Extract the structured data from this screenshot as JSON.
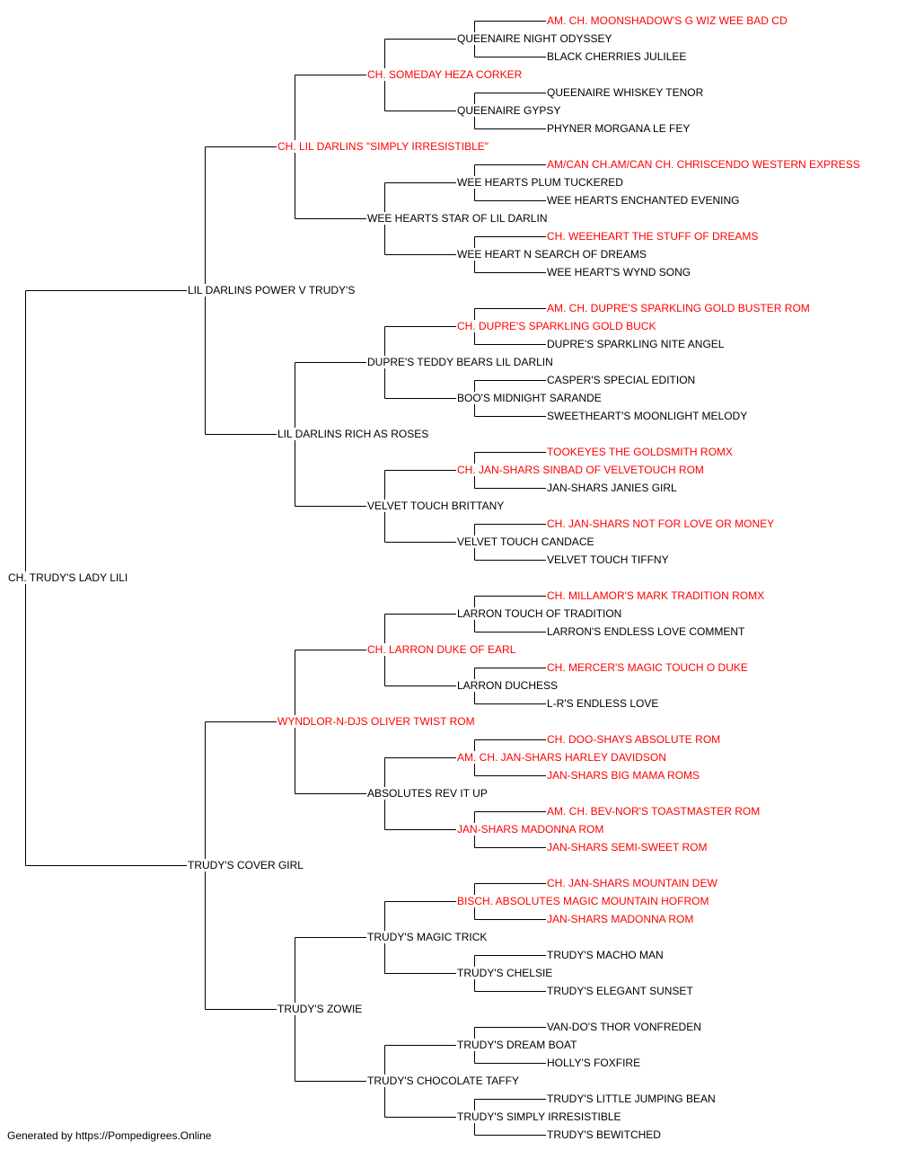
{
  "colors": {
    "champion": "#ff0000",
    "normal": "#000000",
    "line": "#000000"
  },
  "subject": {
    "name": "CH. TRUDY'S LADY LILI",
    "champion": false
  },
  "generation1": [
    {
      "name": "LIL DARLINS POWER V TRUDY'S",
      "champion": false
    },
    {
      "name": "TRUDY'S COVER GIRL",
      "champion": false
    }
  ],
  "generation2": [
    {
      "name": "CH. LIL DARLINS \"SIMPLY IRRESISTIBLE\"",
      "champion": true
    },
    {
      "name": "LIL DARLINS RICH AS ROSES",
      "champion": false
    },
    {
      "name": "WYNDLOR-N-DJS OLIVER TWIST ROM",
      "champion": true
    },
    {
      "name": "TRUDY'S ZOWIE",
      "champion": false
    }
  ],
  "generation3": [
    {
      "name": "CH. SOMEDAY HEZA CORKER",
      "champion": true
    },
    {
      "name": "WEE HEARTS STAR OF LIL DARLIN",
      "champion": false
    },
    {
      "name": "DUPRE'S TEDDY BEARS LIL DARLIN",
      "champion": false
    },
    {
      "name": "VELVET TOUCH BRITTANY",
      "champion": false
    },
    {
      "name": "CH. LARRON DUKE OF EARL",
      "champion": true
    },
    {
      "name": "ABSOLUTES REV IT UP",
      "champion": false
    },
    {
      "name": "TRUDY'S MAGIC TRICK",
      "champion": false
    },
    {
      "name": "TRUDY'S CHOCOLATE TAFFY",
      "champion": false
    }
  ],
  "generation4": [
    {
      "name": "QUEENAIRE NIGHT ODYSSEY",
      "champion": false
    },
    {
      "name": "QUEENAIRE GYPSY",
      "champion": false
    },
    {
      "name": "WEE HEARTS PLUM TUCKERED",
      "champion": false
    },
    {
      "name": "WEE HEART N SEARCH OF DREAMS",
      "champion": false
    },
    {
      "name": "CH. DUPRE'S SPARKLING GOLD BUCK",
      "champion": true
    },
    {
      "name": "BOO'S MIDNIGHT SARANDE",
      "champion": false
    },
    {
      "name": "CH. JAN-SHARS SINBAD OF VELVETOUCH ROM",
      "champion": true
    },
    {
      "name": "VELVET TOUCH CANDACE",
      "champion": false
    },
    {
      "name": "LARRON TOUCH OF TRADITION",
      "champion": false
    },
    {
      "name": "LARRON DUCHESS",
      "champion": false
    },
    {
      "name": "AM. CH. JAN-SHARS HARLEY DAVIDSON",
      "champion": true
    },
    {
      "name": "JAN-SHARS MADONNA ROM",
      "champion": true
    },
    {
      "name": "BISCH. ABSOLUTES MAGIC MOUNTAIN HOFROM",
      "champion": true
    },
    {
      "name": "TRUDY'S CHELSIE",
      "champion": false
    },
    {
      "name": "TRUDY'S DREAM BOAT",
      "champion": false
    },
    {
      "name": "TRUDY'S SIMPLY IRRESISTIBLE",
      "champion": false
    }
  ],
  "generation5": [
    {
      "name": "AM. CH. MOONSHADOW'S G WIZ WEE BAD CD",
      "champion": true
    },
    {
      "name": "BLACK CHERRIES JULILEE",
      "champion": false
    },
    {
      "name": "QUEENAIRE WHISKEY TENOR",
      "champion": false
    },
    {
      "name": "PHYNER MORGANA LE FEY",
      "champion": false
    },
    {
      "name": "AM/CAN CH.AM/CAN CH. CHRISCENDO WESTERN EXPRESS",
      "champion": true
    },
    {
      "name": "WEE HEARTS ENCHANTED EVENING",
      "champion": false
    },
    {
      "name": "CH. WEEHEART THE STUFF OF DREAMS",
      "champion": true
    },
    {
      "name": "WEE HEART'S WYND SONG",
      "champion": false
    },
    {
      "name": "AM. CH. DUPRE'S SPARKLING GOLD BUSTER ROM",
      "champion": true
    },
    {
      "name": "DUPRE'S SPARKLING NITE ANGEL",
      "champion": false
    },
    {
      "name": "CASPER'S SPECIAL EDITION",
      "champion": false
    },
    {
      "name": "SWEETHEART'S MOONLIGHT MELODY",
      "champion": false
    },
    {
      "name": "TOOKEYES THE GOLDSMITH ROMX",
      "champion": true
    },
    {
      "name": "JAN-SHARS JANIES GIRL",
      "champion": false
    },
    {
      "name": "CH. JAN-SHARS NOT FOR LOVE OR MONEY",
      "champion": true
    },
    {
      "name": "VELVET TOUCH TIFFNY",
      "champion": false
    },
    {
      "name": "CH. MILLAMOR'S MARK TRADITION ROMX",
      "champion": true
    },
    {
      "name": "LARRON'S ENDLESS LOVE COMMENT",
      "champion": false
    },
    {
      "name": "CH. MERCER'S MAGIC TOUCH O DUKE",
      "champion": true
    },
    {
      "name": "L-R'S ENDLESS LOVE",
      "champion": false
    },
    {
      "name": "CH. DOO-SHAYS ABSOLUTE ROM",
      "champion": true
    },
    {
      "name": "JAN-SHARS BIG MAMA ROMS",
      "champion": true
    },
    {
      "name": "AM. CH. BEV-NOR'S TOASTMASTER ROM",
      "champion": true
    },
    {
      "name": "JAN-SHARS SEMI-SWEET ROM",
      "champion": true
    },
    {
      "name": "CH. JAN-SHARS MOUNTAIN DEW",
      "champion": true
    },
    {
      "name": "JAN-SHARS MADONNA ROM",
      "champion": true
    },
    {
      "name": "TRUDY'S MACHO MAN",
      "champion": false
    },
    {
      "name": "TRUDY'S ELEGANT SUNSET",
      "champion": false
    },
    {
      "name": "VAN-DO'S THOR VONFREDEN",
      "champion": false
    },
    {
      "name": "HOLLY'S FOXFIRE",
      "champion": false
    },
    {
      "name": "TRUDY'S LITTLE JUMPING BEAN",
      "champion": false
    },
    {
      "name": "TRUDY'S BEWITCHED",
      "champion": false
    }
  ],
  "footer": {
    "text": "Generated by https://Pompedigrees.Online"
  }
}
